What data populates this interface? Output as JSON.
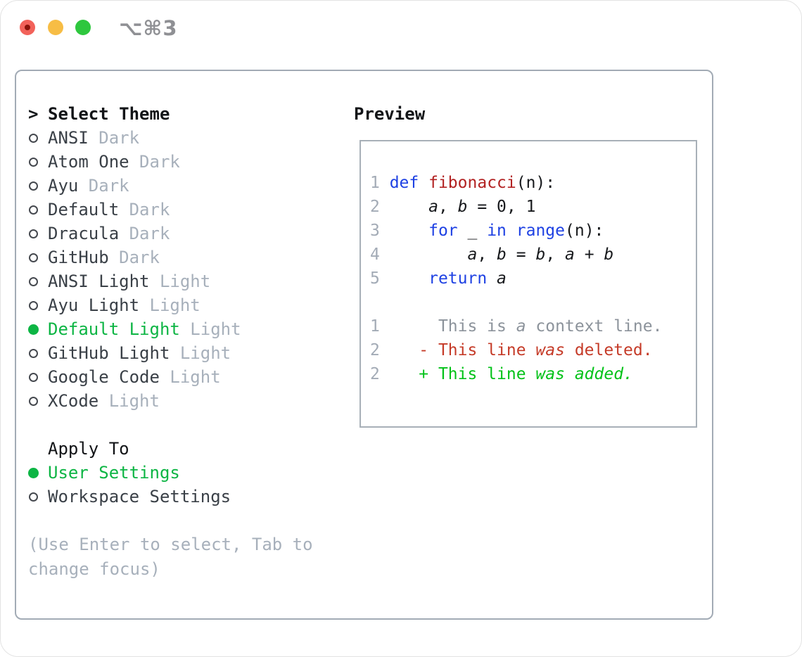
{
  "titlebar": {
    "shortcut": "⌥⌘3"
  },
  "colors": {
    "selection_green": "#0db544",
    "added_green": "#02c218",
    "deleted_red": "#c53b28",
    "keyword_blue": "#1e41e3",
    "function_red": "#b22222",
    "muted_gray": "#a7b0bb",
    "context_gray": "#8c939b",
    "panel_border": "#a2abb5",
    "traffic_red": "#f2625a",
    "traffic_yellow": "#f7bd45",
    "traffic_green": "#2ec73e"
  },
  "panel": {
    "select_theme_header": "Select Theme",
    "select_theme_pointer": ">",
    "themes": [
      {
        "name": "ANSI",
        "variant": "Dark",
        "selected": false
      },
      {
        "name": "Atom One",
        "variant": "Dark",
        "selected": false
      },
      {
        "name": "Ayu",
        "variant": "Dark",
        "selected": false
      },
      {
        "name": "Default",
        "variant": "Dark",
        "selected": false
      },
      {
        "name": "Dracula",
        "variant": "Dark",
        "selected": false
      },
      {
        "name": "GitHub",
        "variant": "Dark",
        "selected": false
      },
      {
        "name": "ANSI Light",
        "variant": "Light",
        "selected": false
      },
      {
        "name": "Ayu Light",
        "variant": "Light",
        "selected": false
      },
      {
        "name": "Default Light",
        "variant": "Light",
        "selected": true
      },
      {
        "name": "GitHub Light",
        "variant": "Light",
        "selected": false
      },
      {
        "name": "Google Code",
        "variant": "Light",
        "selected": false
      },
      {
        "name": "XCode",
        "variant": "Light",
        "selected": false
      }
    ],
    "apply_header": "Apply To",
    "apply_options": [
      {
        "name": "User Settings",
        "selected": true
      },
      {
        "name": "Workspace Settings",
        "selected": false
      }
    ],
    "help_line1": "(Use Enter to select, Tab to",
    "help_line2": "change focus)",
    "preview_header": "Preview",
    "preview_lines": [
      {
        "num": "1",
        "segs": [
          {
            "t": "def",
            "c": "kw"
          },
          {
            "t": " ",
            "c": "plain"
          },
          {
            "t": "fibonacci",
            "c": "fn"
          },
          {
            "t": "(n):",
            "c": "plain"
          }
        ]
      },
      {
        "num": "2",
        "segs": [
          {
            "t": "    ",
            "c": "plain"
          },
          {
            "t": "a",
            "c": "var"
          },
          {
            "t": ", ",
            "c": "plain"
          },
          {
            "t": "b",
            "c": "var"
          },
          {
            "t": " = 0, 1",
            "c": "plain"
          }
        ]
      },
      {
        "num": "3",
        "segs": [
          {
            "t": "    ",
            "c": "plain"
          },
          {
            "t": "for",
            "c": "kw"
          },
          {
            "t": " _ ",
            "c": "plain"
          },
          {
            "t": "in",
            "c": "kw"
          },
          {
            "t": " ",
            "c": "plain"
          },
          {
            "t": "range",
            "c": "kw"
          },
          {
            "t": "(n):",
            "c": "plain"
          }
        ]
      },
      {
        "num": "4",
        "segs": [
          {
            "t": "        ",
            "c": "plain"
          },
          {
            "t": "a",
            "c": "var"
          },
          {
            "t": ", ",
            "c": "plain"
          },
          {
            "t": "b",
            "c": "var"
          },
          {
            "t": " = ",
            "c": "plain"
          },
          {
            "t": "b",
            "c": "var"
          },
          {
            "t": ", ",
            "c": "plain"
          },
          {
            "t": "a",
            "c": "var"
          },
          {
            "t": " + ",
            "c": "plain"
          },
          {
            "t": "b",
            "c": "var"
          }
        ]
      },
      {
        "num": "5",
        "segs": [
          {
            "t": "    ",
            "c": "plain"
          },
          {
            "t": "return",
            "c": "kw"
          },
          {
            "t": " ",
            "c": "plain"
          },
          {
            "t": "a",
            "c": "var"
          }
        ]
      },
      {
        "num": "",
        "segs": []
      },
      {
        "num": "1",
        "segs": [
          {
            "t": "     This is ",
            "c": "ctx"
          },
          {
            "t": "a",
            "c": "ctxi"
          },
          {
            "t": " context line.",
            "c": "ctx"
          }
        ]
      },
      {
        "num": "2",
        "segs": [
          {
            "t": "   - This line ",
            "c": "del"
          },
          {
            "t": "was",
            "c": "deli"
          },
          {
            "t": " deleted.",
            "c": "del"
          }
        ]
      },
      {
        "num": "2",
        "segs": [
          {
            "t": "   + This line ",
            "c": "add"
          },
          {
            "t": "was",
            "c": "addi"
          },
          {
            "t": " ",
            "c": "add"
          },
          {
            "t": "added.",
            "c": "addi"
          }
        ]
      }
    ]
  }
}
